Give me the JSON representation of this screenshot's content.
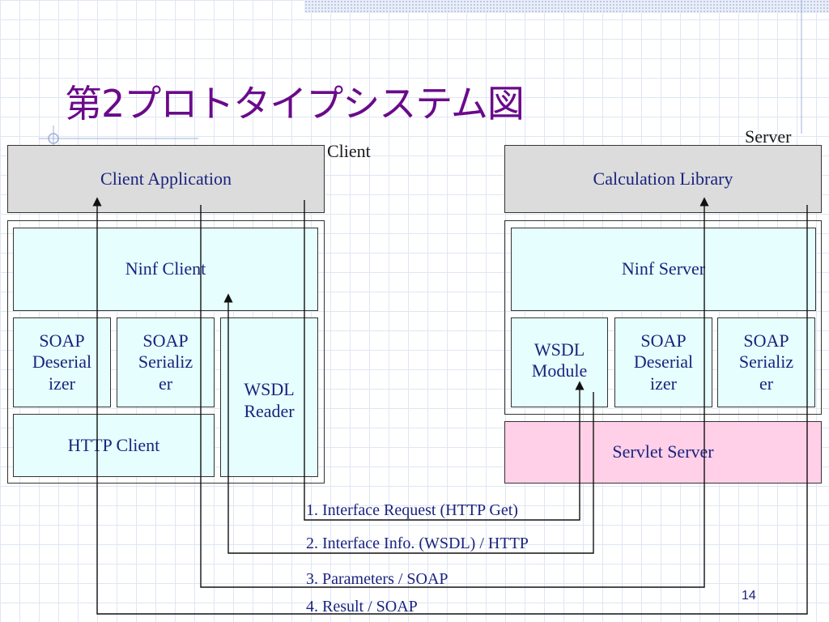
{
  "title": "第2プロトタイプシステム図",
  "labels": {
    "client": "Client",
    "server": "Server"
  },
  "client": {
    "application": "Client Application",
    "ninf": "Ninf Client",
    "soap_deserializer": "SOAP\nDeserial\nizer",
    "soap_serializer": "SOAP\nSerializ\ner",
    "wsdl_reader": "WSDL\nReader",
    "http_client": "HTTP Client"
  },
  "server": {
    "library": "Calculation Library",
    "ninf": "Ninf Server",
    "wsdl_module": "WSDL\nModule",
    "soap_deserializer": "SOAP\nDeserial\nizer",
    "soap_serializer": "SOAP\nSerializ\ner",
    "servlet": "Servlet Server"
  },
  "steps": [
    "1. Interface Request (HTTP Get)",
    "2. Interface Info. (WSDL) / HTTP",
    "3. Parameters / SOAP",
    "4. Result / SOAP"
  ],
  "page_number": "14",
  "colors": {
    "title": "#6a0a8a",
    "box_text": "#1a237e",
    "grey": "#dcdcdc",
    "cyan": "#e6fffe",
    "pink": "#ffd0e8"
  }
}
